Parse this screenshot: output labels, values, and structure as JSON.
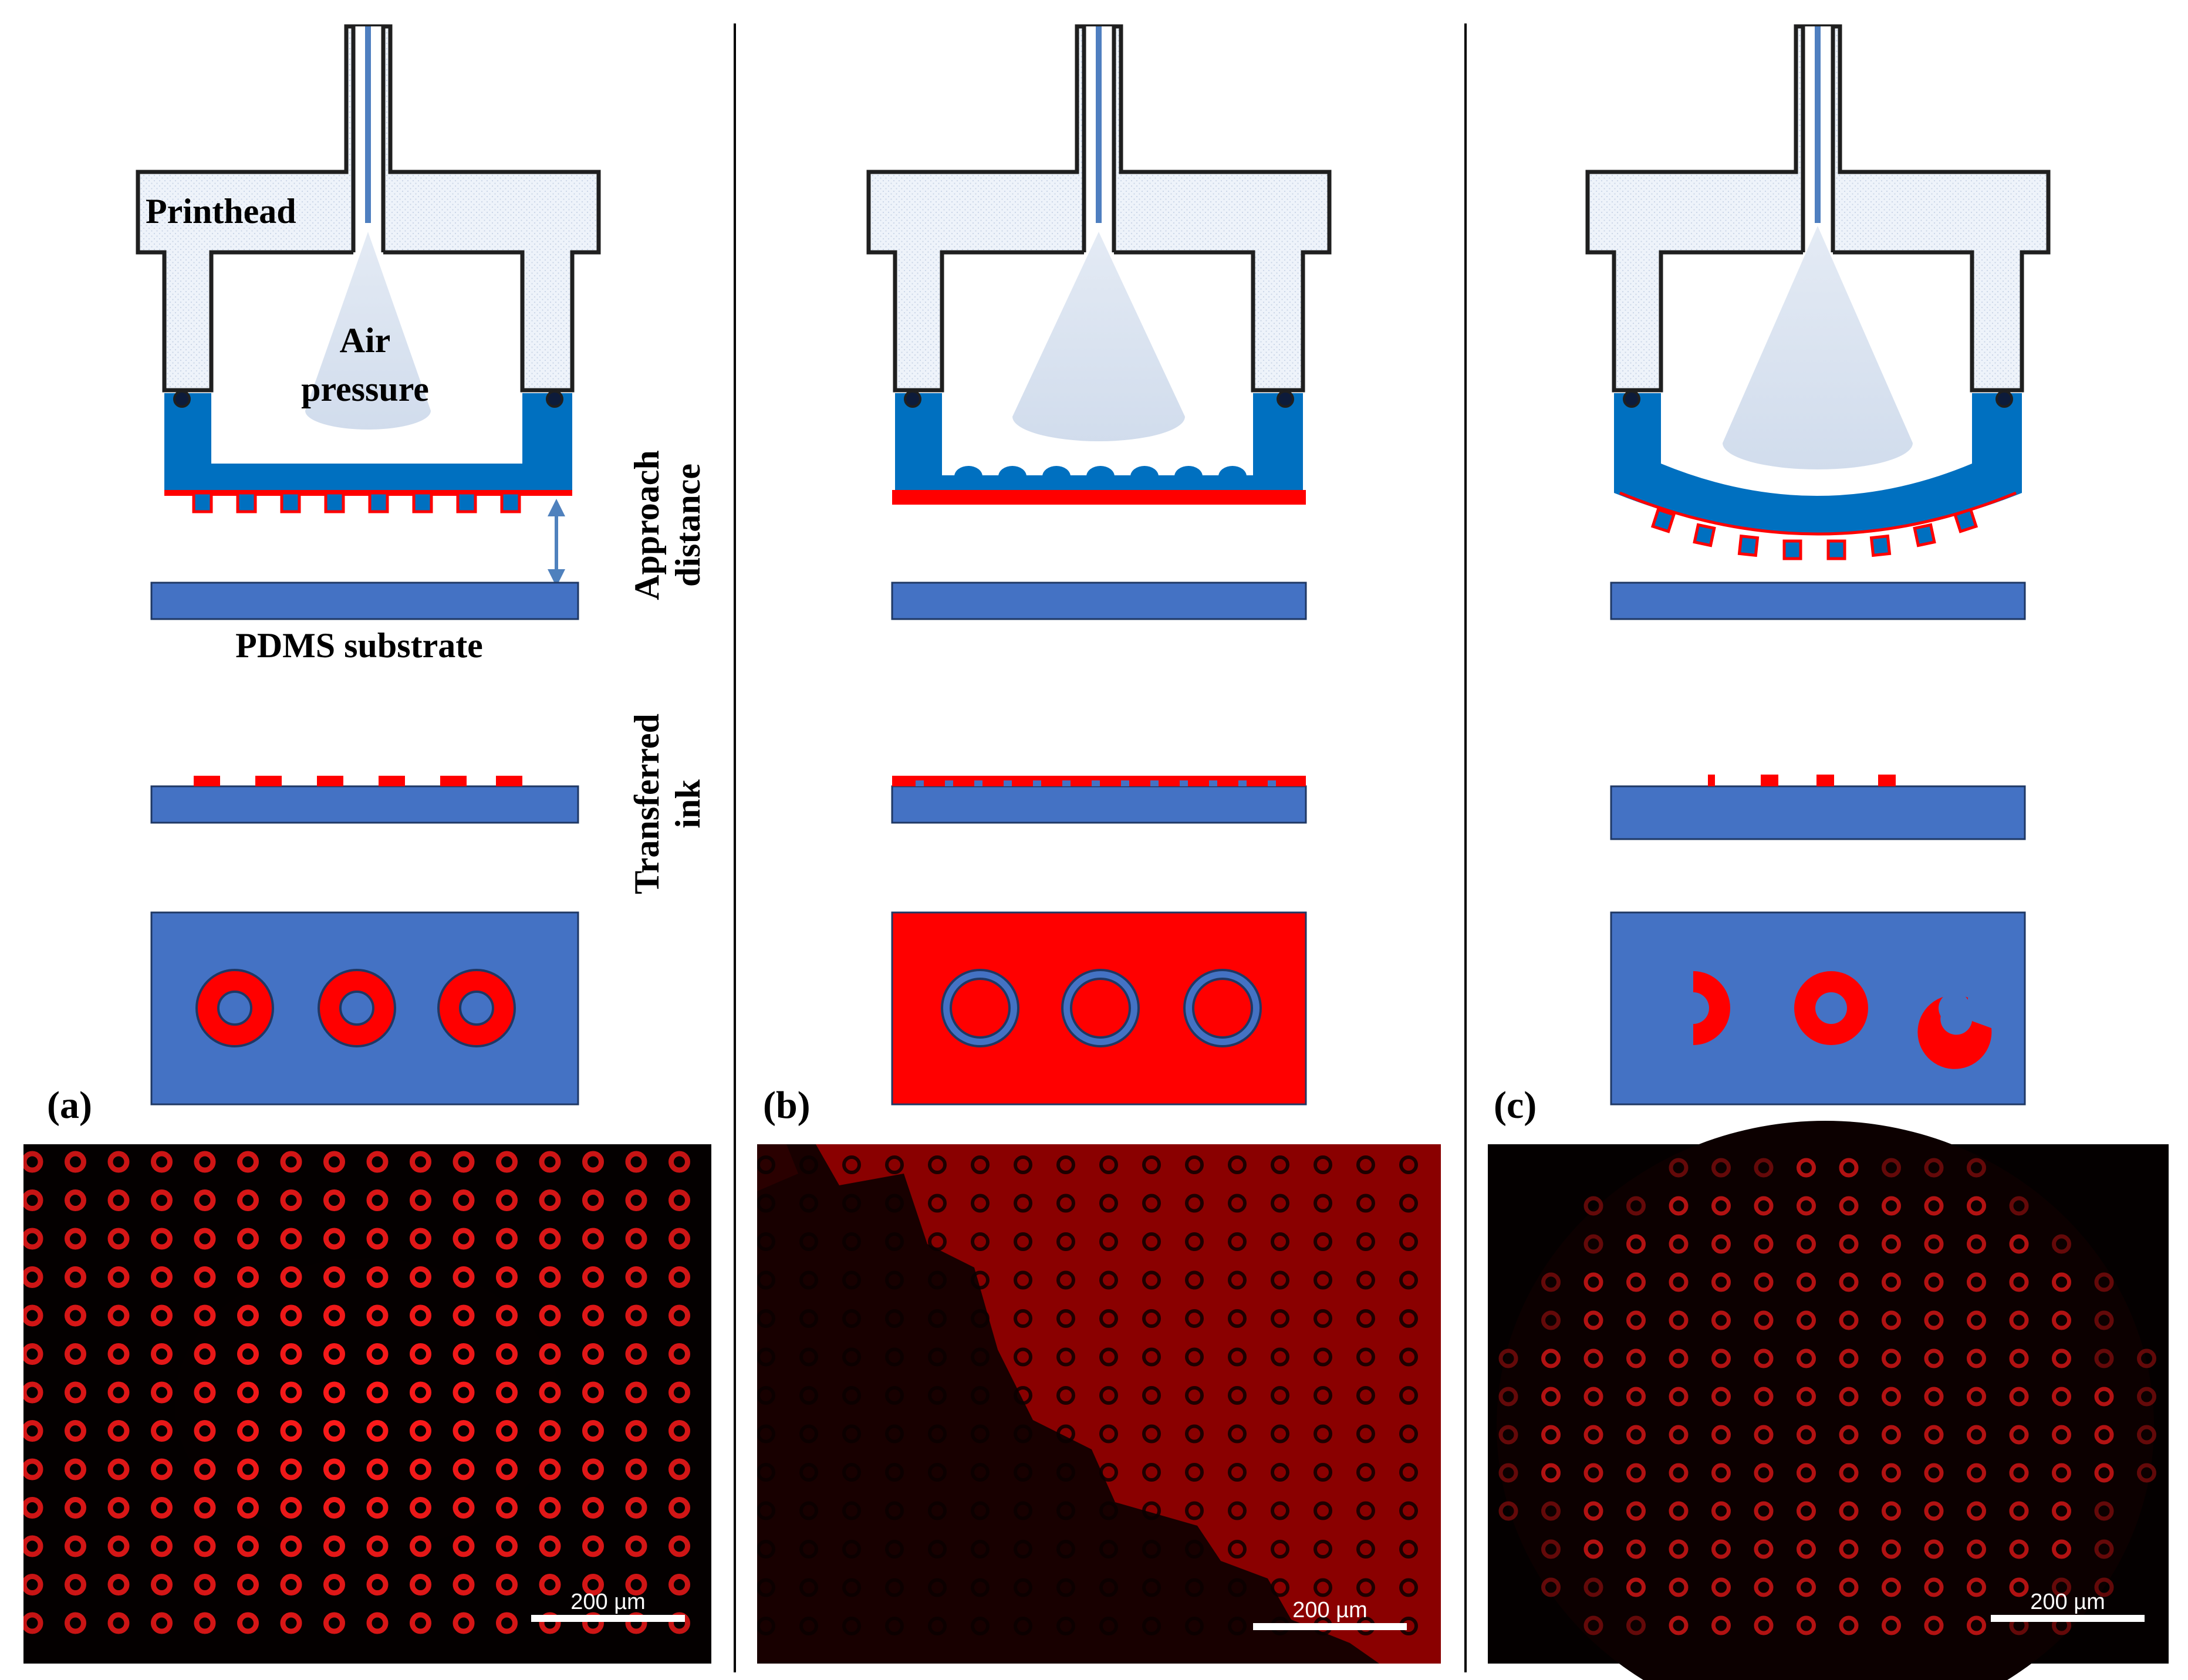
{
  "labels": {
    "printhead": "Printhead",
    "air": "Air",
    "pressure": "pressure",
    "approach_1": "Approach",
    "approach_2": "distance",
    "pdms": "PDMS substrate",
    "transferred_1": "Transferred",
    "transferred_2": "ink"
  },
  "panels": [
    {
      "id": "a",
      "label": "(a)",
      "scale_bar": "200 µm"
    },
    {
      "id": "b",
      "label": "(b)",
      "scale_bar": "200 µm"
    },
    {
      "id": "c",
      "label": "(c)",
      "scale_bar": "200 µm"
    }
  ],
  "colors": {
    "membrane": "#0070c0",
    "ink": "#ff0000",
    "substrate": "#4472c4",
    "outline": "#1f1f1f",
    "printhead_fill": "#eef3fa",
    "arrow": "#4f81bd"
  },
  "micrographs": {
    "a": {
      "rows": 13,
      "cols": 16,
      "style": "red-rings-on-black"
    },
    "b": {
      "rows": 13,
      "cols": 16,
      "style": "dark-rings-on-red-film"
    },
    "c": {
      "rows": 13,
      "cols": 16,
      "style": "dim-rings-circular-region"
    }
  }
}
